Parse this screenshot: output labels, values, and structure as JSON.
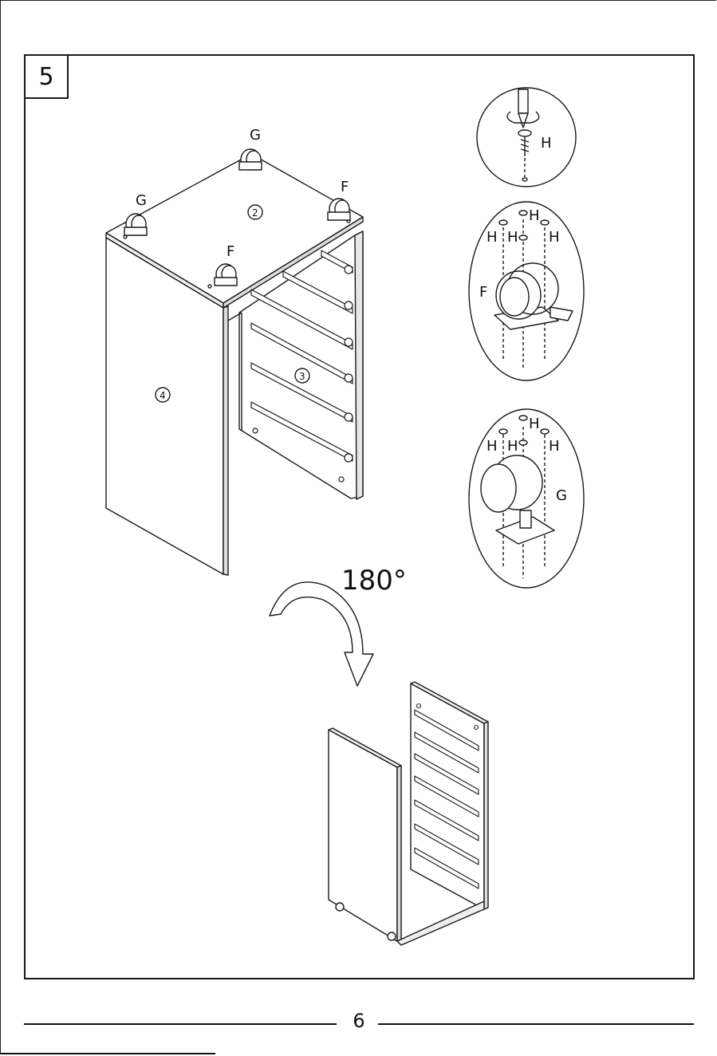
{
  "step": {
    "number": "5"
  },
  "labels": {
    "caster_g": "G",
    "caster_f": "F",
    "screw_h": "H",
    "part_top": "2",
    "part_slides": "3",
    "part_side": "4"
  },
  "rotation": {
    "text": "180°"
  },
  "footer": {
    "page_number": "6"
  },
  "colors": {
    "line": "#1a1a1a",
    "background": "#ffffff"
  },
  "icons": [
    "screwdriver-icon",
    "screw-icon",
    "rotate-arrow-icon",
    "caster-wheel-icon"
  ]
}
